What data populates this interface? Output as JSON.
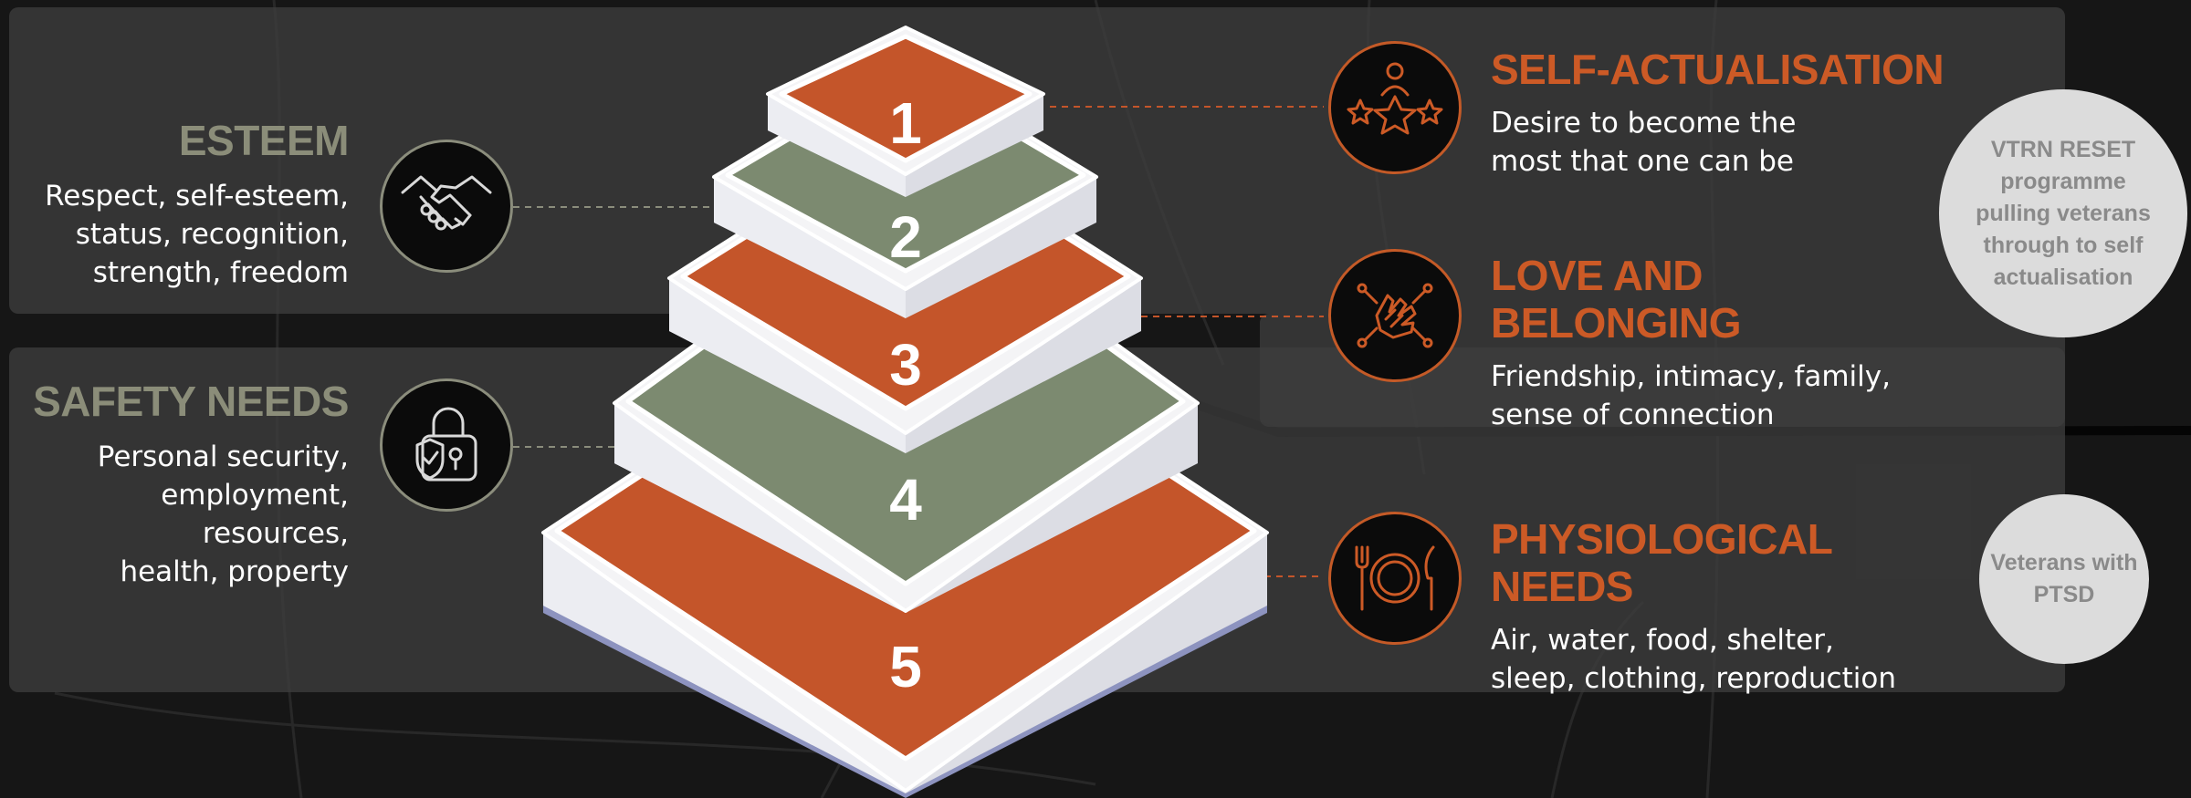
{
  "pyramid": {
    "levels": [
      {
        "number": "1",
        "name": "SELF-ACTUALISATION",
        "description_lines": [
          "Desire to become the",
          "most that one can be"
        ],
        "icon": "people-stars-icon",
        "color": "#c4552a"
      },
      {
        "number": "2",
        "name": "ESTEEM",
        "description_lines": [
          "Respect, self-esteem,",
          "status, recognition,",
          "strength, freedom"
        ],
        "icon": "handshake-icon",
        "color": "#7c8a70"
      },
      {
        "number": "3",
        "name": "LOVE AND BELONGING",
        "description_lines": [
          "Friendship, intimacy, family,",
          "sense of connection"
        ],
        "icon": "joined-hands-icon",
        "color": "#c4552a"
      },
      {
        "number": "4",
        "name": "SAFETY NEEDS",
        "description_lines": [
          "Personal security,",
          "employment,",
          "resources,",
          "health, property"
        ],
        "icon": "padlock-shield-icon",
        "color": "#7c8a70"
      },
      {
        "number": "5",
        "name": "PHYSIOLOGICAL NEEDS",
        "description_lines": [
          "Air, water, food, shelter,",
          "sleep, clothing, reproduction"
        ],
        "icon": "plate-cutlery-icon",
        "color": "#c4552a"
      }
    ]
  },
  "callouts": {
    "reset_programme": "VTRN RESET programme pulling veterans through to self actualisation",
    "ptsd": "Veterans with PTSD"
  },
  "colors": {
    "orange": "#c4552a",
    "olive": "#7c8a70",
    "heading_olive": "#8b8d79",
    "heading_orange": "#cc5a26",
    "tier_side": "#dcdde4",
    "bubble": "#dcdcdc"
  }
}
